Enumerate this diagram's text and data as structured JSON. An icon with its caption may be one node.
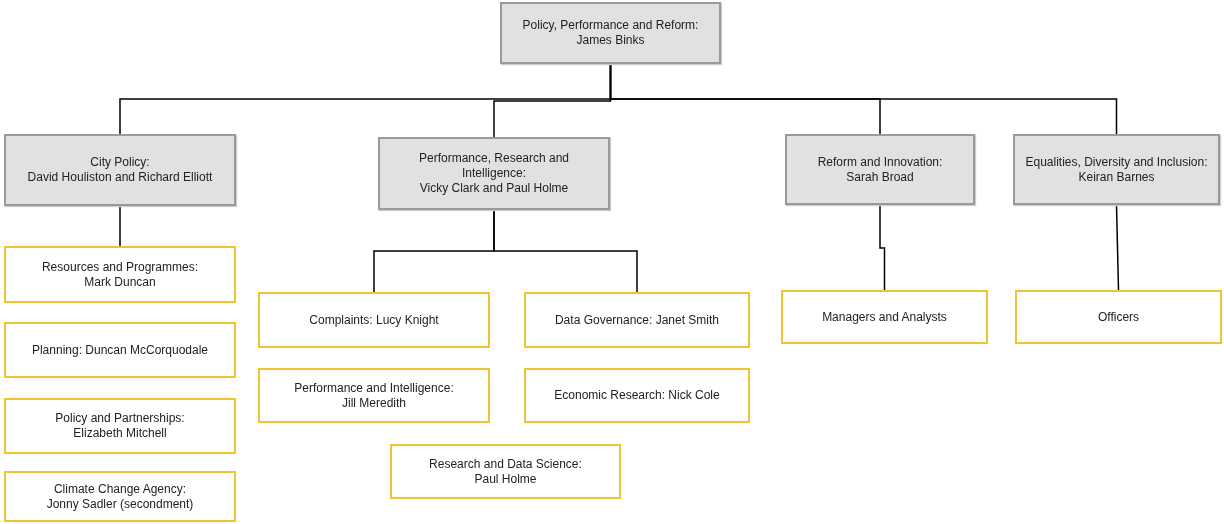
{
  "diagram": {
    "nodes": [
      {
        "text": [
          "Policy, Performance and Reform:",
          "James Binks"
        ]
      },
      {
        "text": [
          "City Policy:",
          "David Houliston and Richard Elliott"
        ]
      },
      {
        "text": [
          "Performance, Research and Intelligence:",
          "Vicky Clark and Paul Holme"
        ]
      },
      {
        "text": [
          "Reform and Innovation:",
          "Sarah Broad"
        ]
      },
      {
        "text": [
          "Equalities, Diversity and Inclusion:",
          "Keiran Barnes"
        ]
      },
      {
        "text": [
          "Resources and Programmes:",
          "Mark Duncan"
        ]
      },
      {
        "text": [
          "Planning: Duncan McCorquodale"
        ]
      },
      {
        "text": [
          "Policy and Partnerships:",
          "Elizabeth Mitchell"
        ]
      },
      {
        "text": [
          "Climate Change Agency:",
          "Jonny Sadler (secondment)"
        ]
      },
      {
        "text": [
          "Complaints: Lucy Knight"
        ]
      },
      {
        "text": [
          "Data Governance: Janet Smith"
        ]
      },
      {
        "text": [
          "Performance and Intelligence:",
          "Jill Meredith"
        ]
      },
      {
        "text": [
          "Economic Research: Nick Cole"
        ]
      },
      {
        "text": [
          "Research and Data Science:",
          "Paul Holme"
        ]
      },
      {
        "text": [
          "Managers and Analysts"
        ]
      },
      {
        "text": [
          "Officers"
        ]
      }
    ],
    "edges": [
      {
        "from": 0,
        "to": 1,
        "arrow": "none"
      },
      {
        "from": 0,
        "to": 2,
        "arrow": "none"
      },
      {
        "from": 0,
        "to": 3,
        "arrow": "none"
      },
      {
        "from": 0,
        "to": 4,
        "arrow": "none"
      },
      {
        "from": 1,
        "to": 5,
        "arrow": "none"
      },
      {
        "from": 2,
        "to": 9,
        "arrow": "none"
      },
      {
        "from": 2,
        "to": 10,
        "arrow": "none"
      },
      {
        "from": 3,
        "to": 14,
        "arrow": "none"
      },
      {
        "from": 4,
        "to": 15,
        "arrow": "none"
      }
    ]
  }
}
